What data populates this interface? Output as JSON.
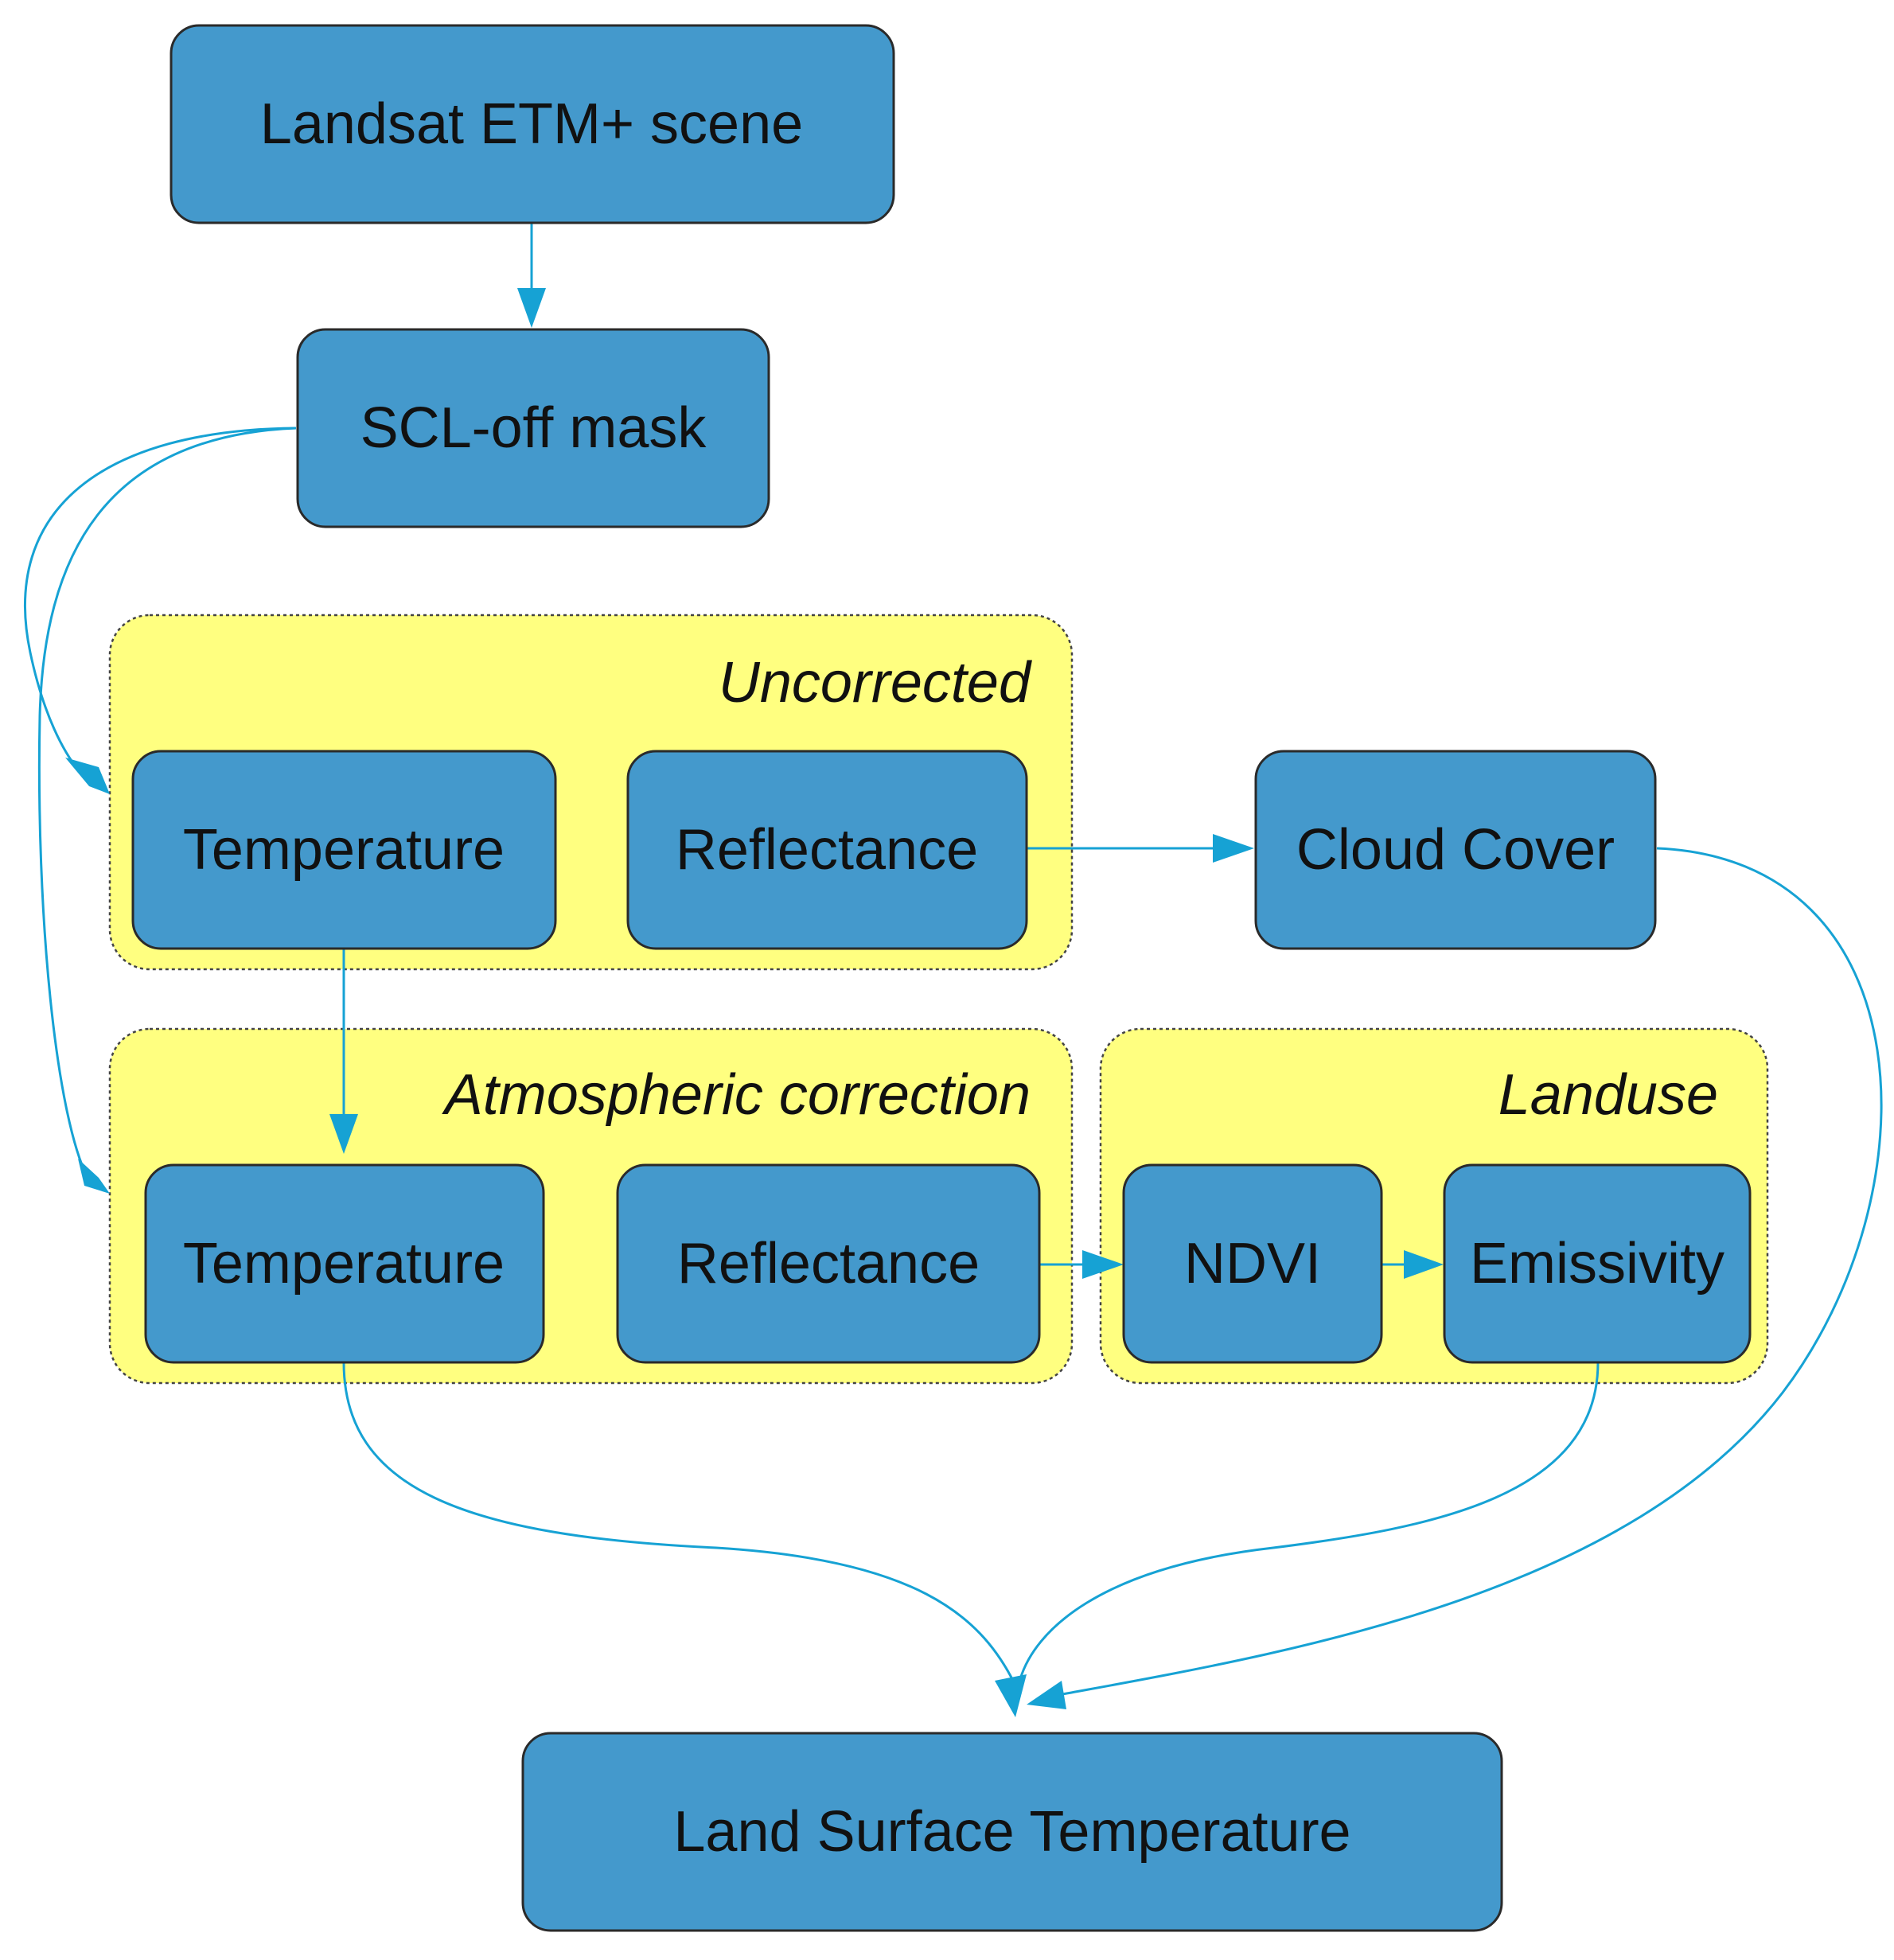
{
  "nodes": {
    "landsat": "Landsat ETM+ scene",
    "scl_mask": "SCL-off mask",
    "uncorrected_temperature": "Temperature",
    "uncorrected_reflectance": "Reflectance",
    "cloud_cover": "Cloud Cover",
    "corrected_temperature": "Temperature",
    "corrected_reflectance": "Reflectance",
    "ndvi": "NDVI",
    "emissivity": "Emissivity",
    "lst": "Land Surface Temperature"
  },
  "groups": {
    "uncorrected": "Uncorrected",
    "atmospheric_correction": "Atmospheric correction",
    "landuse": "Landuse"
  },
  "edges": [
    {
      "from": "Landsat ETM+ scene",
      "to": "SCL-off mask"
    },
    {
      "from": "SCL-off mask",
      "to": "Uncorrected"
    },
    {
      "from": "SCL-off mask",
      "to": "Atmospheric correction"
    },
    {
      "from": "Temperature (Uncorrected)",
      "to": "Temperature (Atmospheric correction)"
    },
    {
      "from": "Reflectance (Uncorrected)",
      "to": "Cloud Cover"
    },
    {
      "from": "Reflectance (Atmospheric correction)",
      "to": "NDVI"
    },
    {
      "from": "NDVI",
      "to": "Emissivity"
    },
    {
      "from": "Temperature (Atmospheric correction)",
      "to": "Land Surface Temperature"
    },
    {
      "from": "Emissivity",
      "to": "Land Surface Temperature"
    },
    {
      "from": "Cloud Cover",
      "to": "Land Surface Temperature"
    }
  ],
  "colors": {
    "node_fill": "#4499cc",
    "group_fill": "#ffff80",
    "edge": "#16a2d4"
  }
}
